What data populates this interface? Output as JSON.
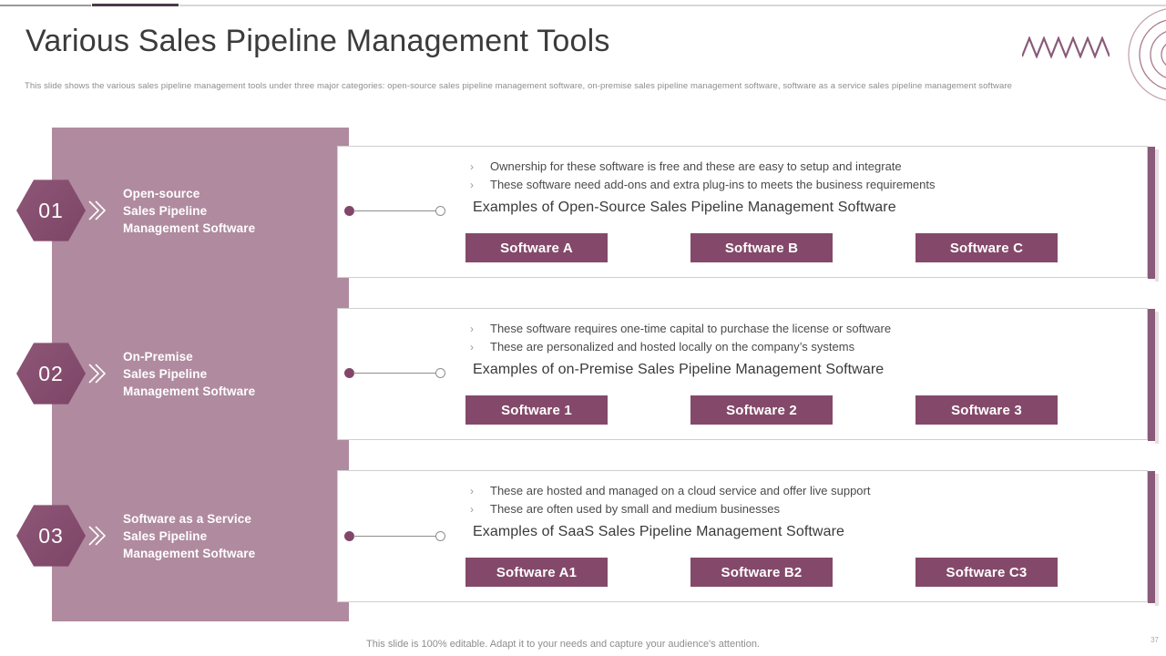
{
  "deco": {
    "zigzag_icon": "zigzag-icon",
    "rings_icon": "concentric-rings-icon",
    "accent_color": "#84496a",
    "panel_color": "#b08a9f",
    "rule_dark": "#4a3a48"
  },
  "header": {
    "title": "Various Sales Pipeline Management Tools",
    "subtitle": "This slide shows the various sales pipeline management tools under three major categories: open-source sales pipeline management software, on-premise sales pipeline management software, software as a service sales pipeline management software"
  },
  "steps": [
    {
      "number": "01",
      "label_lines": [
        "Open-source",
        "Sales Pipeline",
        "Management Software"
      ],
      "bullets": [
        "Ownership for these software is free and these are easy to setup and integrate",
        "These software need add-ons and extra plug-ins to meets the business requirements"
      ],
      "examples_heading": "Examples of Open-Source Sales Pipeline Management Software",
      "chips": [
        "Software A",
        "Software B",
        "Software C"
      ]
    },
    {
      "number": "02",
      "label_lines": [
        "On-Premise",
        "Sales Pipeline",
        "Management Software"
      ],
      "bullets": [
        "These software requires one-time capital to purchase the license or software",
        "These are personalized and hosted locally on the company’s systems"
      ],
      "examples_heading": "Examples of on-Premise Sales Pipeline Management Software",
      "chips": [
        "Software 1",
        "Software 2",
        "Software 3"
      ]
    },
    {
      "number": "03",
      "label_lines": [
        "Software as a Service",
        "Sales Pipeline",
        "Management Software"
      ],
      "bullets": [
        "These are hosted and managed on a cloud service and offer live support",
        "These are often used by small and medium businesses"
      ],
      "examples_heading": "Examples of SaaS Sales Pipeline Management Software",
      "chips": [
        "Software A1",
        "Software B2",
        "Software C3"
      ]
    }
  ],
  "bullet_marker": "›",
  "footer": {
    "note": "This slide is 100% editable. Adapt it to your needs and capture your audience's attention.",
    "page_number": "37"
  }
}
